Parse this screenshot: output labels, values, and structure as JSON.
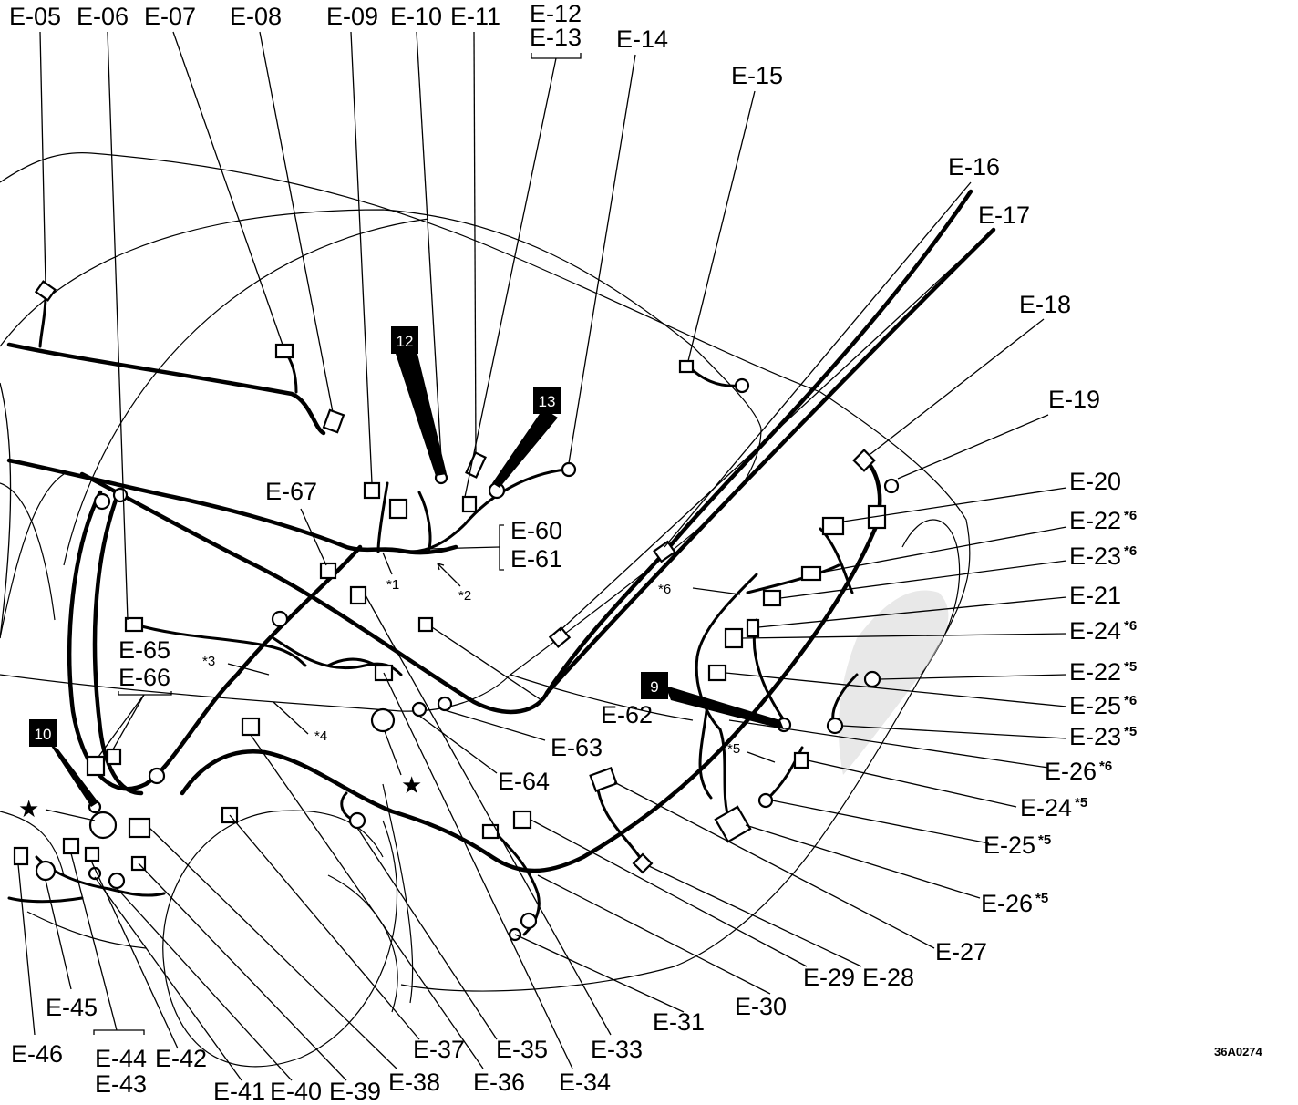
{
  "diagram_code": "36A0274",
  "labels": {
    "e05": "E-05",
    "e06": "E-06",
    "e07": "E-07",
    "e08": "E-08",
    "e09": "E-09",
    "e10": "E-10",
    "e11": "E-11",
    "e12": "E-12",
    "e13": "E-13",
    "e14": "E-14",
    "e15": "E-15",
    "e16": "E-16",
    "e17": "E-17",
    "e18": "E-18",
    "e19": "E-19",
    "e20": "E-20",
    "e21": "E-21",
    "e22_6": "E-22",
    "e23_6": "E-23",
    "e24_6": "E-24",
    "e22_5": "E-22",
    "e25_6": "E-25",
    "e23_5": "E-23",
    "e26_6": "E-26",
    "e24_5": "E-24",
    "e25_5": "E-25",
    "e26_5": "E-26",
    "e27": "E-27",
    "e28": "E-28",
    "e29": "E-29",
    "e30": "E-30",
    "e31": "E-31",
    "e33": "E-33",
    "e34": "E-34",
    "e35": "E-35",
    "e36": "E-36",
    "e37": "E-37",
    "e38": "E-38",
    "e39": "E-39",
    "e40": "E-40",
    "e41": "E-41",
    "e42": "E-42",
    "e43": "E-43",
    "e44": "E-44",
    "e45": "E-45",
    "e46": "E-46",
    "e60": "E-60",
    "e61": "E-61",
    "e62": "E-62",
    "e63": "E-63",
    "e64": "E-64",
    "e65": "E-65",
    "e66": "E-66",
    "e67": "E-67"
  },
  "superscripts": {
    "s5": "*5",
    "s6": "*6"
  },
  "notes": {
    "n1": "*1",
    "n2": "*2",
    "n3": "*3",
    "n4": "*4",
    "n5": "*5",
    "n6": "*6"
  },
  "boxes": {
    "b9": "9",
    "b10": "10",
    "b12": "12",
    "b13": "13"
  },
  "star": "★"
}
